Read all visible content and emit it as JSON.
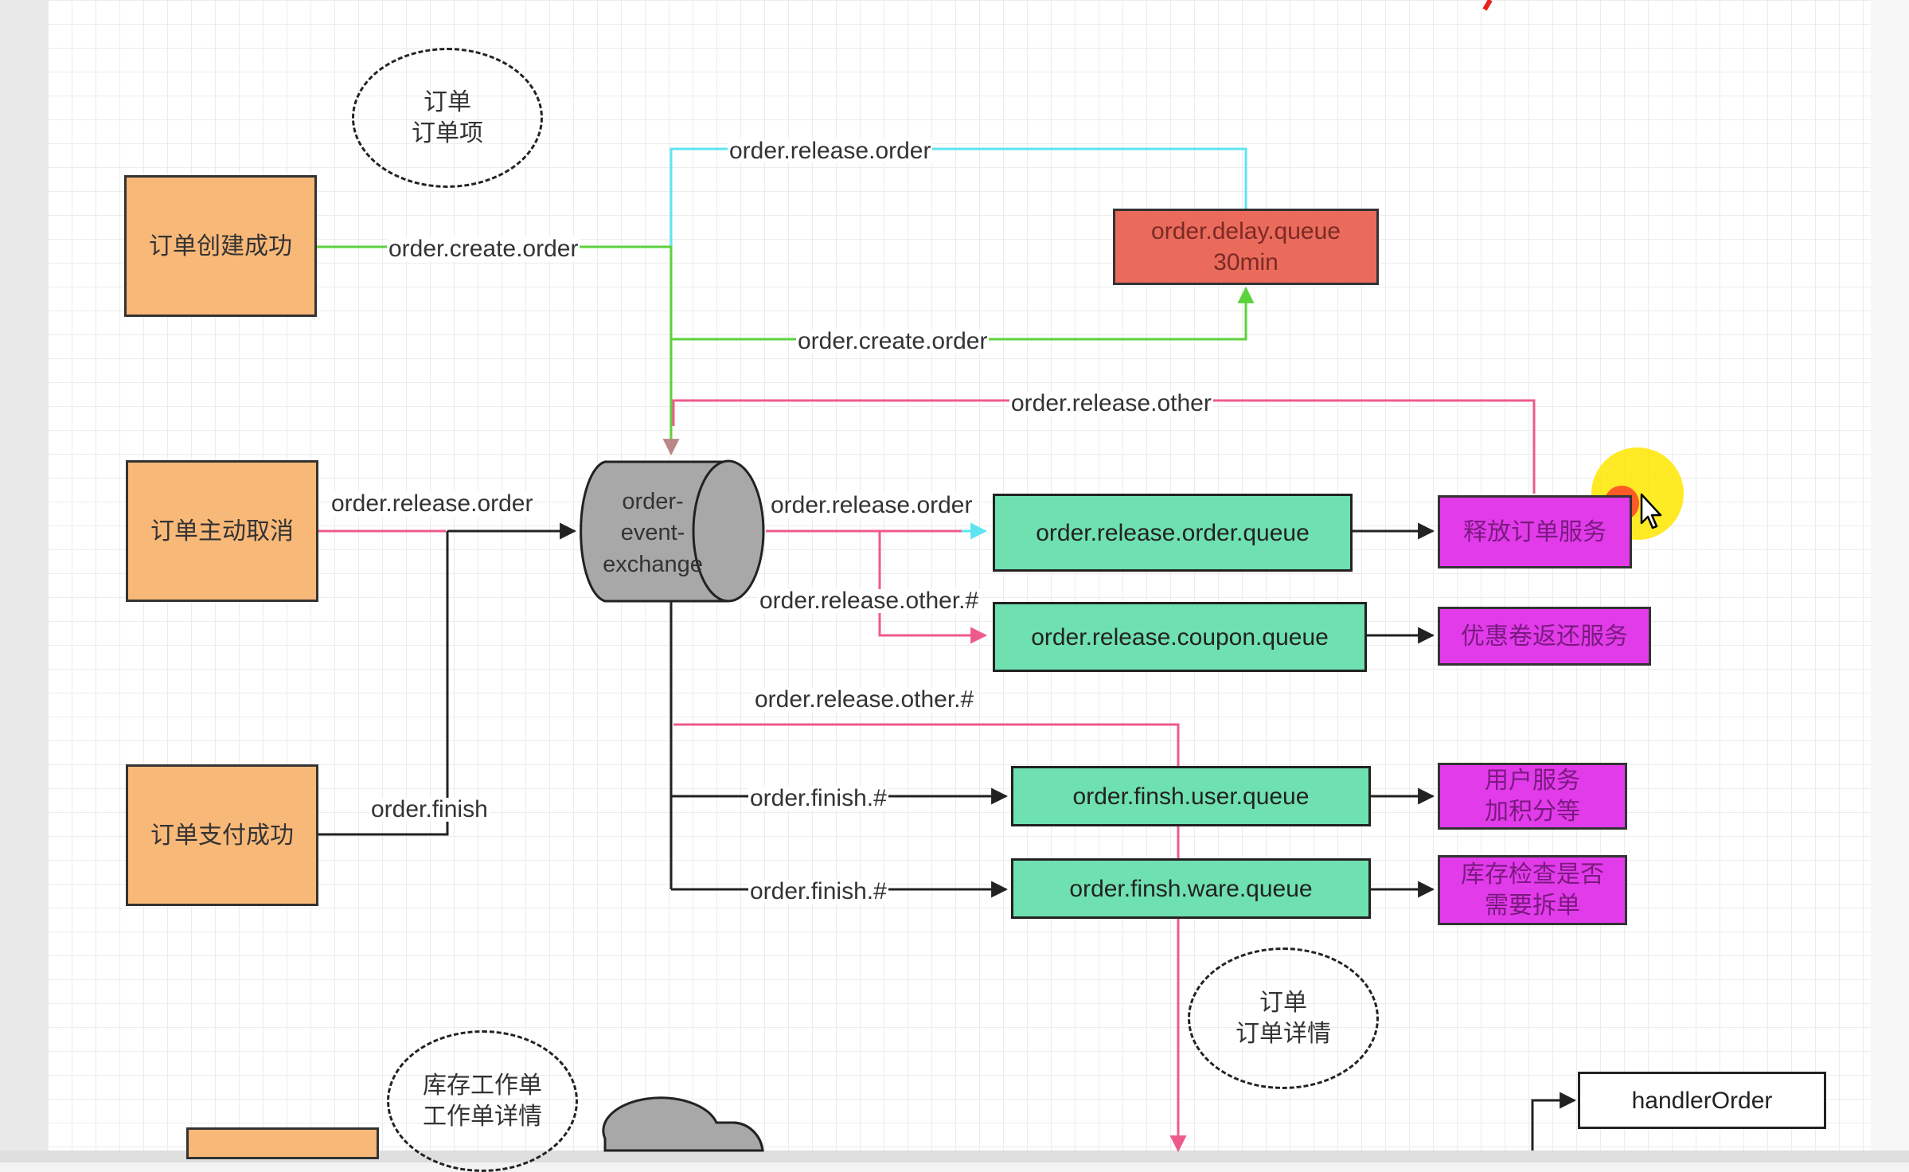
{
  "nodes": {
    "order_created": "订单创建成功",
    "order_cancelled": "订单主动取消",
    "order_paid": "订单支付成功",
    "exchange": "order-\nevent-\nexchange",
    "delay_queue": "order.delay.queue\n30min",
    "release_order_queue": "order.release.order.queue",
    "release_coupon_queue": "order.release.coupon.queue",
    "finish_user_queue": "order.finsh.user.queue",
    "finish_ware_queue": "order.finsh.ware.queue",
    "release_order_service": "释放订单服务",
    "coupon_return_service": "优惠卷返还服务",
    "user_service": "用户服务\n加积分等",
    "stock_check_service": "库存检查是否\n需要拆单",
    "handler_order": "handlerOrder"
  },
  "notes": {
    "order_items": "订单\n订单项",
    "order_details": "订单\n订单详情",
    "stock_ticket": "库存工作单\n工作单详情"
  },
  "edge_labels": {
    "release_order_top": "order.release.order",
    "create_order_left": "order.create.order",
    "create_order_delay": "order.create.order",
    "release_other_top": "order.release.other",
    "release_order_cancel": "order.release.order",
    "release_order_queue": "order.release.order",
    "release_other_coupon": "order.release.other.#",
    "release_other_bottom": "order.release.other.#",
    "finish_paid": "order.finish",
    "finish_user": "order.finish.#",
    "finish_ware": "order.finish.#"
  },
  "colors": {
    "cyan_edge": "#5ee4f0",
    "green_edge": "#5cd23c",
    "pink_edge": "#ee5a8e",
    "black_edge": "#222222",
    "orange_fill": "#f8b878",
    "green_fill": "#6fe0b0",
    "magenta_fill": "#e23bea",
    "salmon_fill": "#ea6b5c",
    "exchange_fill": "#a8a8a8",
    "cursor_highlight": "#ffe600"
  }
}
